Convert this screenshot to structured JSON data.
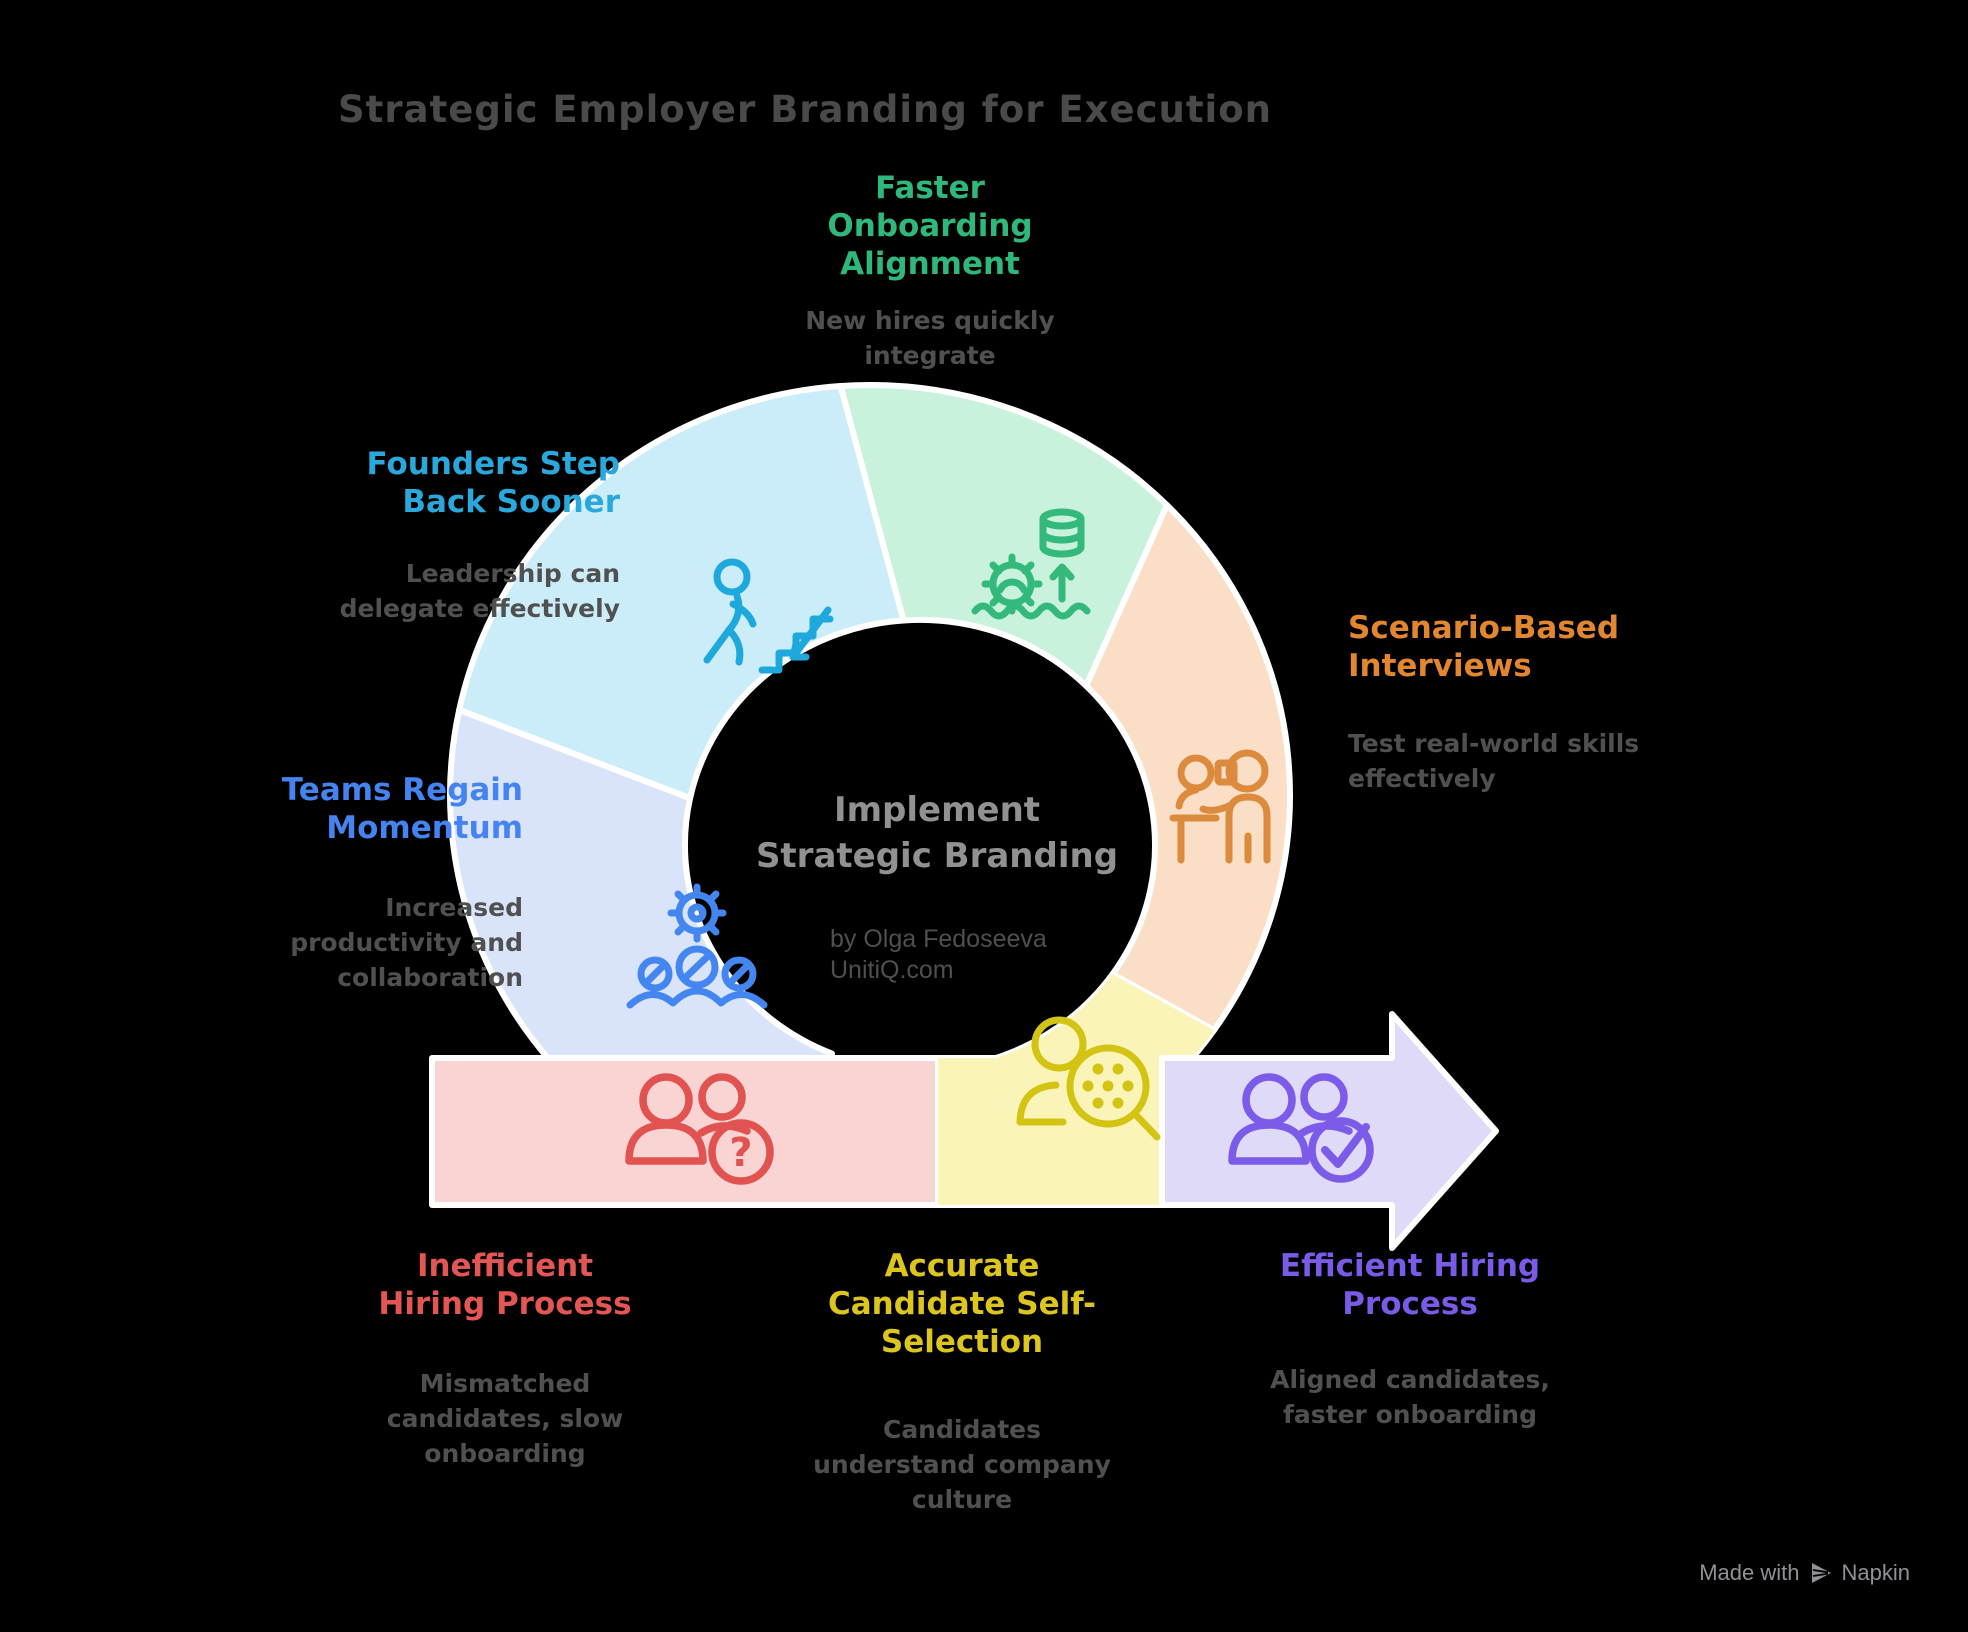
{
  "title": "Strategic Employer Branding for Execution",
  "center": {
    "title": "Implement\nStrategic Branding",
    "byline": "by Olga Fedoseeva\nUnitiQ.com"
  },
  "watermark": {
    "made_with": "Made with",
    "brand": "Napkin"
  },
  "background_color": "#000000",
  "nodes": [
    {
      "id": "inefficient-hiring-process",
      "label": "Inefficient\nHiring Process",
      "desc": "Mismatched\ncandidates, slow\nonboarding",
      "label_color": "#E45653",
      "fill": "#FAD4D2",
      "icon": "people-question-icon",
      "icon_color": "#E05351"
    },
    {
      "id": "teams-regain-momentum",
      "label": "Teams Regain\nMomentum",
      "desc": "Increased\nproductivity and\ncollaboration",
      "label_color": "#4584F0",
      "fill": "#D9E4FB",
      "icon": "gear-team-icon",
      "icon_color": "#4486EF"
    },
    {
      "id": "founders-step-back-sooner",
      "label": "Founders Step\nBack Sooner",
      "desc": "Leadership can\ndelegate effectively",
      "label_color": "#29A8DC",
      "fill": "#CBEDF9",
      "icon": "person-stairs-icon",
      "icon_color": "#1FA8DC"
    },
    {
      "id": "faster-onboarding-alignment",
      "label": "Faster\nOnboarding\nAlignment",
      "desc": "New hires quickly\nintegrate",
      "label_color": "#2FB87C",
      "fill": "#C9F2DC",
      "icon": "gear-growth-icon",
      "icon_color": "#33B97B"
    },
    {
      "id": "scenario-based-interviews",
      "label": "Scenario-Based\nInterviews",
      "desc": "Test real-world skills\neffectively",
      "label_color": "#E2872F",
      "fill": "#FADFC6",
      "icon": "interview-desk-icon",
      "icon_color": "#DC8B3E"
    },
    {
      "id": "accurate-candidate-self-selection",
      "label": "Accurate\nCandidate Self-\nSelection",
      "desc": "Candidates\nunderstand company\nculture",
      "label_color": "#DCC61E",
      "fill": "#FAF4B8",
      "icon": "candidate-screening-icon",
      "icon_color": "#D3C414"
    },
    {
      "id": "efficient-hiring-process",
      "label": "Efficient Hiring\nProcess",
      "desc": "Aligned candidates,\nfaster onboarding",
      "label_color": "#7A5BE8",
      "fill": "#DFDAF8",
      "icon": "people-check-icon",
      "icon_color": "#7C5BE8"
    }
  ]
}
